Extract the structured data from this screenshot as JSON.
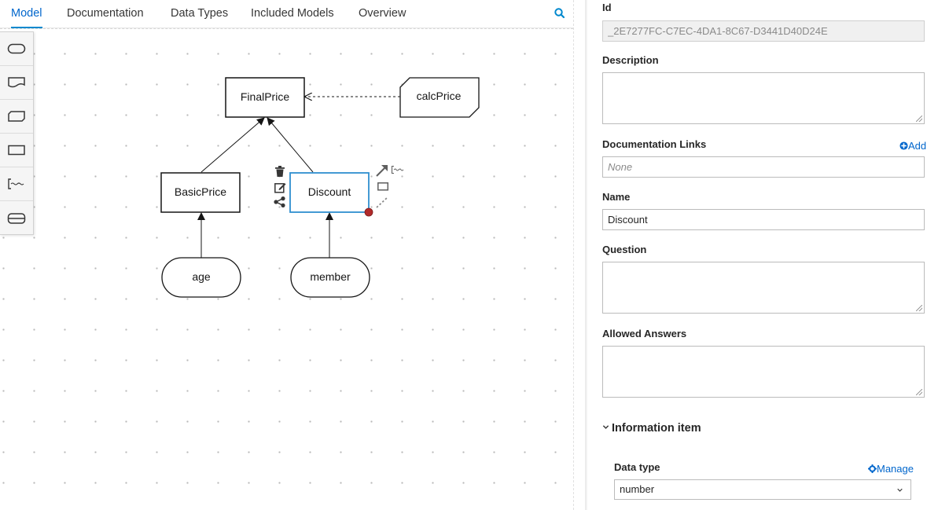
{
  "tabs": [
    {
      "label": "Model",
      "active": true
    },
    {
      "label": "Documentation"
    },
    {
      "label": "Data Types"
    },
    {
      "label": "Included Models"
    },
    {
      "label": "Overview"
    }
  ],
  "palette": [
    {
      "name": "input-data-tool",
      "icon": "rounded-pill-icon"
    },
    {
      "name": "knowledge-source-tool",
      "icon": "wavy-rect-icon"
    },
    {
      "name": "bkm-tool",
      "icon": "cut-corner-rect-icon"
    },
    {
      "name": "decision-tool",
      "icon": "rectangle-icon"
    },
    {
      "name": "text-annotation-tool",
      "icon": "annotation-icon"
    },
    {
      "name": "decision-service-tool",
      "icon": "divided-rect-icon"
    }
  ],
  "diagram": {
    "nodes": {
      "final_price": "FinalPrice",
      "calc_price": "calcPrice",
      "basic_price": "BasicPrice",
      "discount": "Discount",
      "age": "age",
      "member": "member"
    }
  },
  "panel": {
    "id_label": "Id",
    "id_value": "_2E7277FC-C7EC-4DA1-8C67-D3441D40D24E",
    "description_label": "Description",
    "description_value": "",
    "doc_links_label": "Documentation Links",
    "doc_links_add": "Add",
    "doc_links_placeholder": "None",
    "name_label": "Name",
    "name_value": "Discount",
    "question_label": "Question",
    "question_value": "",
    "allowed_answers_label": "Allowed Answers",
    "allowed_answers_value": "",
    "info_section_label": "Information item",
    "data_type_label": "Data type",
    "manage_label": "Manage",
    "data_type_value": "number"
  },
  "colors": {
    "accent": "#0066cc",
    "selection": "#2f8fd0",
    "connector_dot": "#b12a2a"
  }
}
